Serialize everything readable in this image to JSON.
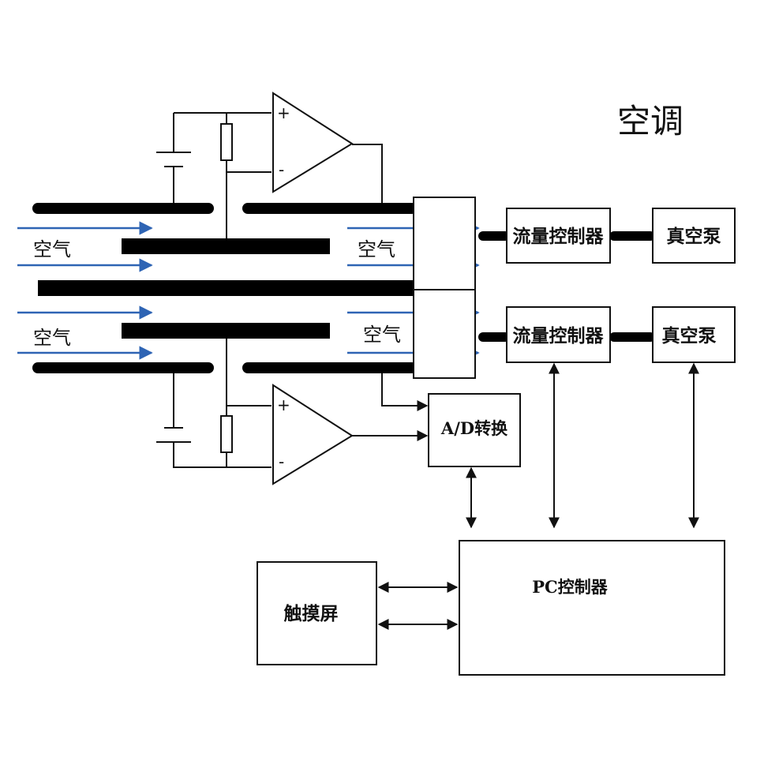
{
  "title": "空调",
  "air_labels": [
    "空气",
    "空气",
    "空气",
    "空气"
  ],
  "flow_controller_labels": [
    "流量控制器",
    "流量控制器"
  ],
  "vacuum_pump_labels": [
    "真空泵",
    "真空泵"
  ],
  "ad_converter_label": "A/D转换",
  "pc_controller_label": "PC控制器",
  "touch_screen_label": "触摸屏",
  "opamp_plus": "+",
  "opamp_minus": "-",
  "colors": {
    "air_flow": "#2e64b4",
    "line": "#111111",
    "background": "#ffffff"
  }
}
